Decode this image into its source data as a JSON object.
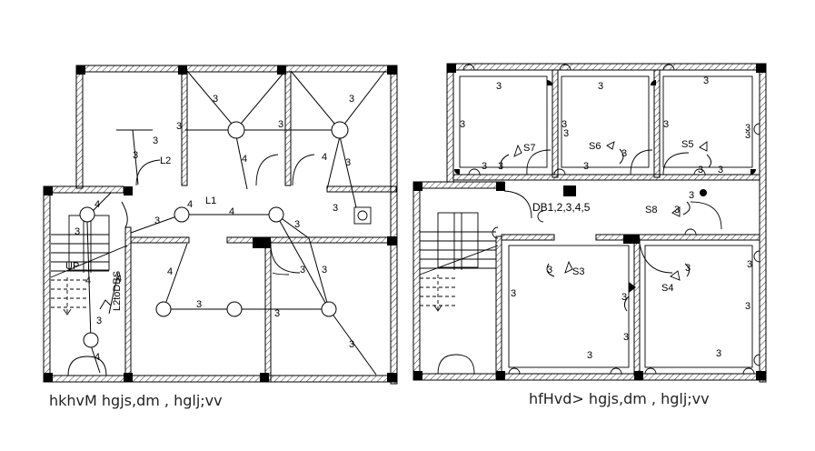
{
  "plans": [
    {
      "caption": "hkhvM hgjs,dm , hglj;vv",
      "labels": {
        "l1": "L1",
        "l2": "L2",
        "up": "UP",
        "l2todbs": "L2toDBS"
      },
      "wire_counts": [
        "3",
        "3",
        "3",
        "3",
        "3",
        "3",
        "4",
        "4",
        "3",
        "4",
        "4",
        "3",
        "4",
        "3",
        "4",
        "3",
        "3",
        "3",
        "3",
        "3",
        "3",
        "3",
        "4",
        "4",
        "3",
        "4"
      ]
    },
    {
      "caption": "hfHvd> hgjs,dm , hglj;vv",
      "labels": {
        "s1": "S3",
        "s2": "S4",
        "s5": "S5",
        "s6": "S6",
        "s7": "S7",
        "s8": "S8",
        "db": "DB1,2,3,4,5"
      },
      "wire_counts": [
        "3",
        "3",
        "3",
        "3",
        "3",
        "3",
        "3",
        "3",
        "3",
        "3",
        "3",
        "3",
        "3",
        "3",
        "3",
        "3",
        "3",
        "3",
        "3",
        "3",
        "3",
        "3",
        "3",
        "3",
        "3",
        "3"
      ]
    }
  ]
}
